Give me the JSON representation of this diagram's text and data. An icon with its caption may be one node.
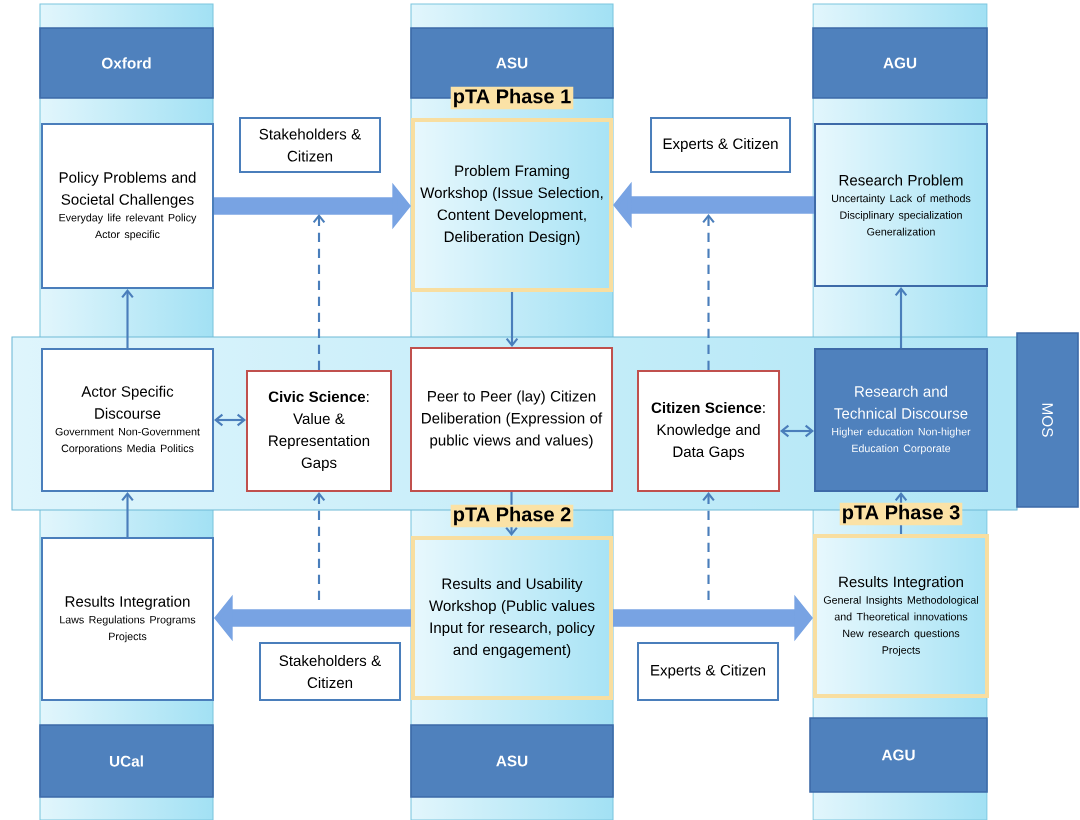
{
  "diagram": {
    "nodes": [
      {
        "text": [
          "Oxford"
        ]
      },
      {
        "text": [
          "ASU"
        ]
      },
      {
        "text": [
          "AGU"
        ]
      },
      {
        "text": [
          "Policy Problems and Societal Challenges",
          "Everyday life relevant Policy Actor specific"
        ]
      },
      {
        "text": [
          "Stakeholders & Citizen"
        ]
      },
      {
        "text": [
          "pTA Phase 1",
          "Problem Framing Workshop (Issue Selection, Content Development, Deliberation Design)"
        ]
      },
      {
        "text": [
          "Experts & Citizen"
        ]
      },
      {
        "text": [
          "Research Problem",
          "Uncertainty Lack of methods Disciplinary specialization Generalization"
        ]
      },
      {
        "text": [
          "Actor Specific Discourse",
          "Government Non-Government Corporations Media Politics"
        ]
      },
      {
        "text": [
          "**Civic Science**: Value & Representation Gaps"
        ]
      },
      {
        "text": [
          "Peer to Peer (lay) Citizen Deliberation (Expression of public views and values)"
        ]
      },
      {
        "text": [
          "**Citizen Science**: Knowledge and Data  Gaps"
        ]
      },
      {
        "text": [
          "Research and Technical Discourse",
          "Higher education Non-higher Education Corporate"
        ]
      },
      {
        "text": [
          "MOS"
        ]
      },
      {
        "text": [
          "Results Integration",
          "Laws Regulations Programs Projects"
        ]
      },
      {
        "text": [
          "pTA Phase 2",
          "Results and Usability Workshop (Public values Input for research, policy and engagement)"
        ]
      },
      {
        "text": [
          "pTA Phase 3",
          "Results Integration",
          "General Insights Methodological  and Theoretical innovations New research questions Projects"
        ]
      },
      {
        "text": [
          "Stakeholders & Citizen"
        ]
      },
      {
        "text": [
          "Experts & Citizen"
        ]
      },
      {
        "text": [
          "UCal"
        ]
      },
      {
        "text": [
          "ASU"
        ]
      },
      {
        "text": [
          "AGU"
        ]
      }
    ],
    "edges": [
      {
        "from": 3,
        "to": 5,
        "arrow": "to",
        "style": "thick",
        "color": "#78a3e3"
      },
      {
        "from": 7,
        "to": 5,
        "arrow": "to",
        "style": "thick",
        "color": "#78a3e3"
      },
      {
        "from": 15,
        "to": 14,
        "arrow": "to",
        "style": "thick",
        "color": "#78a3e3"
      },
      {
        "from": 15,
        "to": 16,
        "arrow": "to",
        "style": "thick",
        "color": "#78a3e3"
      },
      {
        "from": 5,
        "to": 10,
        "arrow": "to"
      },
      {
        "from": 10,
        "to": 15,
        "arrow": "to"
      },
      {
        "from": 8,
        "to": 3,
        "arrow": "to"
      },
      {
        "from": 14,
        "to": 8,
        "arrow": "to"
      },
      {
        "from": 12,
        "to": 7,
        "arrow": "to"
      },
      {
        "from": 16,
        "to": 12,
        "arrow": "to"
      },
      {
        "from": 8,
        "to": 9,
        "arrow": "both"
      },
      {
        "from": 11,
        "to": 12,
        "arrow": "both"
      },
      {
        "from": 9,
        "to": null,
        "arrow": "to",
        "style": "dashed"
      },
      {
        "from": null,
        "to": 9,
        "arrow": "to",
        "style": "dashed"
      },
      {
        "from": 11,
        "to": null,
        "arrow": "to",
        "style": "dashed"
      },
      {
        "from": null,
        "to": 11,
        "arrow": "to",
        "style": "dashed"
      }
    ]
  }
}
